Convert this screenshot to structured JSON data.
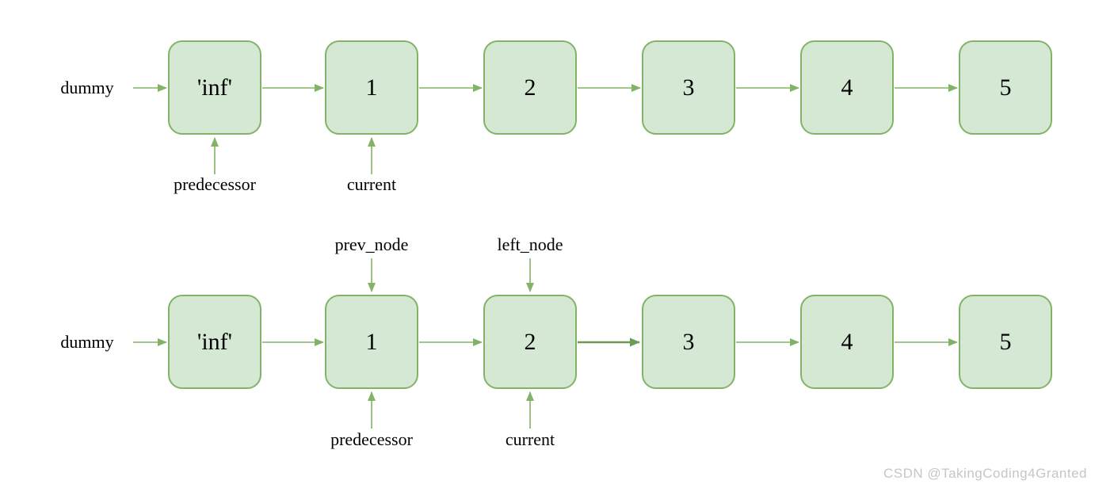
{
  "diagram": {
    "description": "linked-list-pointer-diagram",
    "colors": {
      "node_fill": "#d5e8d4",
      "node_border": "#82b366",
      "arrow": "#82b366",
      "arrow_emphasis": "#6d9b53",
      "text": "#000000",
      "watermark_text": "#c6c6c6"
    },
    "rows": [
      {
        "entry_label": "dummy",
        "nodes": [
          "'inf'",
          "1",
          "2",
          "3",
          "4",
          "5"
        ],
        "labels_above": [],
        "labels_below": [
          "predecessor",
          "current"
        ]
      },
      {
        "entry_label": "dummy",
        "nodes": [
          "'inf'",
          "1",
          "2",
          "3",
          "4",
          "5"
        ],
        "labels_above": [
          "prev_node",
          "left_node"
        ],
        "labels_below": [
          "predecessor",
          "current"
        ]
      }
    ],
    "watermark": "CSDN @TakingCoding4Granted"
  }
}
